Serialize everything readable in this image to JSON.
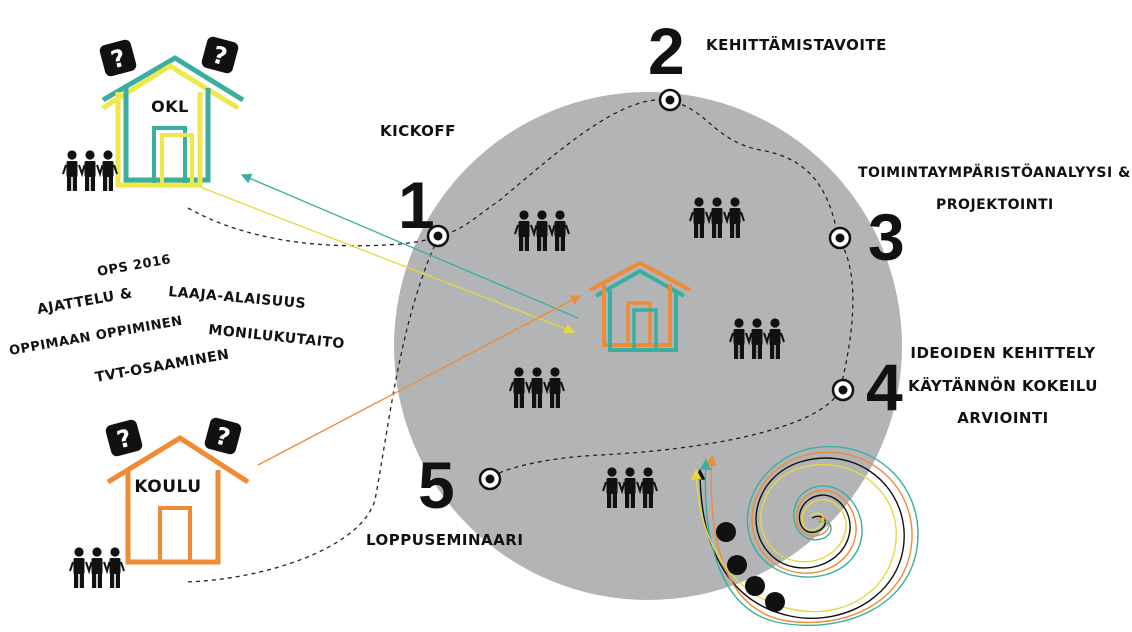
{
  "houses": {
    "top_label": "OKL",
    "bottom_label": "KOULU",
    "question_mark": "?"
  },
  "topics": {
    "ops": "OPS 2016",
    "ajattelu": "AJATTELU &",
    "oppimaan": "OPPIMAAN OPPIMINEN",
    "laaja": "LAAJA-ALAISUUS",
    "moni": "MONILUKUTAITO",
    "tvt": "TVT-OSAAMINEN"
  },
  "steps": [
    {
      "number": "1",
      "lines": [
        "KICKOFF"
      ]
    },
    {
      "number": "2",
      "lines": [
        "KEHITTÄMISTAVOITE"
      ]
    },
    {
      "number": "3",
      "lines": [
        "TOIMINTAYMPÄRISTÖANALYYSI &",
        "PROJEKTOINTI"
      ]
    },
    {
      "number": "4",
      "lines": [
        "IDEOIDEN KEHITTELY",
        "KÄYTÄNNÖN KOKEILU",
        "ARVIOINTI"
      ]
    },
    {
      "number": "5",
      "lines": [
        "LOPPUSEMINAARI"
      ]
    }
  ],
  "colors": {
    "circle": "#b2b4b6",
    "teal": "#3aaea0",
    "yellow": "#eee84a",
    "orange": "#ef8b35",
    "ink": "#111111"
  }
}
